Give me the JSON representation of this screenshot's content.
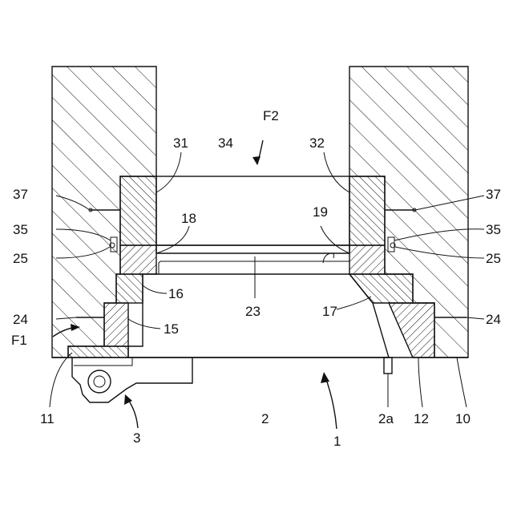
{
  "figure": {
    "labels": {
      "l1": "1",
      "l2": "2",
      "l2a": "2a",
      "l3": "3",
      "l10": "10",
      "l11": "11",
      "l12": "12",
      "l15": "15",
      "l16": "16",
      "l17": "17",
      "l18": "18",
      "l19": "19",
      "l23": "23",
      "l24_left": "24",
      "l24_right": "24",
      "l25_left": "25",
      "l25_right": "25",
      "l31": "31",
      "l32": "32",
      "l34": "34",
      "l35_left": "35",
      "l35_right": "35",
      "l37_left": "37",
      "l37_right": "37",
      "lF1": "F1",
      "lF2": "F2"
    }
  }
}
